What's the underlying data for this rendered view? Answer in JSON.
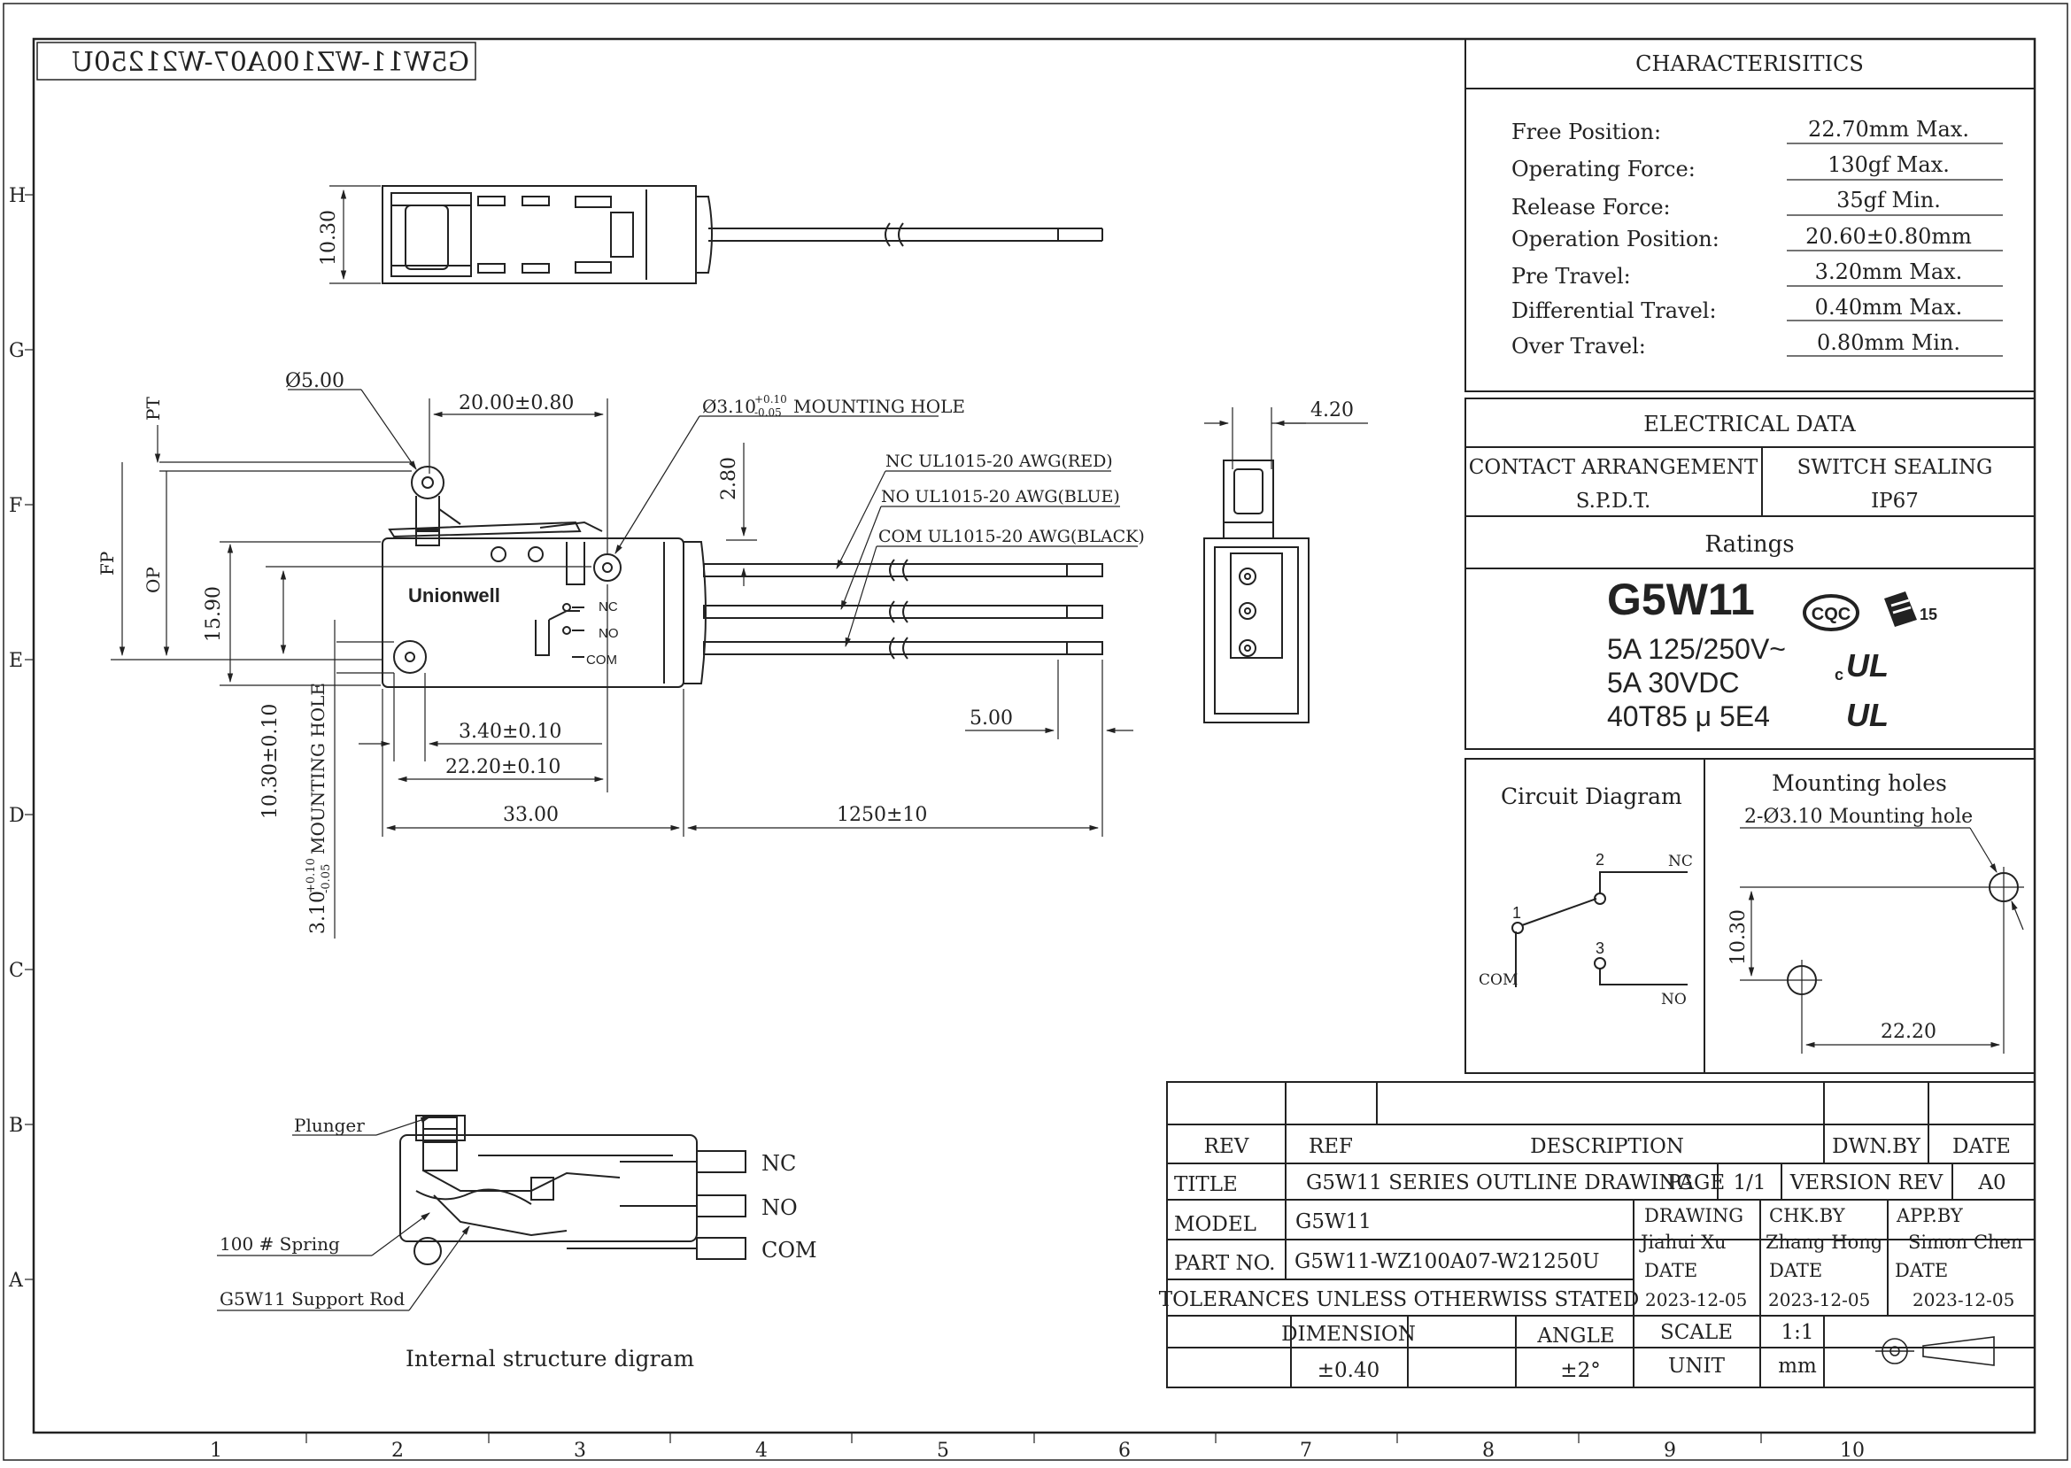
{
  "drawing_number": "G5W11-WZ100A07-W21250U",
  "grid": {
    "rows": [
      "H",
      "G",
      "F",
      "E",
      "D",
      "C",
      "B",
      "A"
    ],
    "cols": [
      "1",
      "2",
      "3",
      "4",
      "5",
      "6",
      "7",
      "8",
      "9",
      "10"
    ]
  },
  "characteristics": {
    "title": "CHARACTERISITICS",
    "rows": [
      {
        "label": "Free Position:",
        "value": "22.70mm Max."
      },
      {
        "label": "Operating Force:",
        "value": "130gf Max."
      },
      {
        "label": "Release Force:",
        "value": "35gf Min."
      },
      {
        "label": "Operation Position:",
        "value": "20.60±0.80mm"
      },
      {
        "label": "Pre Travel:",
        "value": "3.20mm Max."
      },
      {
        "label": "Differential Travel:",
        "value": "0.40mm Max."
      },
      {
        "label": "Over Travel:",
        "value": "0.80mm Min."
      }
    ]
  },
  "electrical": {
    "title": "ELECTRICAL DATA",
    "contact_label": "CONTACT ARRANGEMENT",
    "contact_value": "S.P.D.T.",
    "sealing_label": "SWITCH SEALING",
    "sealing_value": "IP67",
    "ratings_title": "Ratings",
    "model": "G5W11",
    "rating1": "5A 125/250V~",
    "rating2": "5A 30VDC",
    "rating3": "40T85 μ 5E4",
    "cqc": "CQC",
    "ul_mark": "UL",
    "ul_c": "c",
    "enec": "15"
  },
  "circuit": {
    "title": "Circuit Diagram",
    "n1": "1",
    "n2": "2",
    "n3": "3",
    "com": "COM",
    "nc": "NC",
    "no": "NO"
  },
  "mounting": {
    "title": "Mounting holes",
    "note": "2-Ø3.10 Mounting hole",
    "dim_v": "10.30",
    "dim_h": "22.20"
  },
  "title_block": {
    "rev_label": "REV",
    "ref_label": "REF",
    "desc_label": "DESCRIPTION",
    "dwn_label": "DWN.BY",
    "date_label": "DATE",
    "title_label": "TITLE",
    "title_value": "G5W11 SERIES OUTLINE DRAWING",
    "page_label": "PAGE",
    "page_value": "1/1",
    "version_label": "VERSION REV",
    "version_value": "A0",
    "model_label": "MODEL",
    "model_value": "G5W11",
    "drawing_label": "DRAWING",
    "drawing_value": "Jiahui Xu",
    "chk_label": "CHK.BY",
    "chk_value": "Zhang Hong",
    "app_label": "APP.BY",
    "app_value": "Simon Chen",
    "part_label": "PART NO.",
    "part_value": "G5W11-WZ100A07-W21250U",
    "date1": "2023-12-05",
    "date2": "2023-12-05",
    "date3": "2023-12-05",
    "tolerance_note": "TOLERANCES UNLESS OTHERWISS STATED",
    "dimension_label": "DIMENSION",
    "dimension_value": "±0.40",
    "angle_label": "ANGLE",
    "angle_value": "±2°",
    "scale_label": "SCALE",
    "scale_value": "1:1",
    "unit_label": "UNIT",
    "unit_value": "mm"
  },
  "top_view": {
    "dim_width": "10.30"
  },
  "side_view": {
    "brand": "Unionwell",
    "nc": "NC",
    "no": "NO",
    "com": "COM",
    "roller_dia": "Ø5.00",
    "dim_top": "20.00±0.80",
    "mount_hole_main": "Ø3.10",
    "mount_hole_tol_up": "+0.10",
    "mount_hole_tol_dn": "-0.05",
    "mount_hole_suffix": "MOUNTING HOLE",
    "pt": "PT",
    "fp": "FP",
    "op": "OP",
    "dim_1590": "15.90",
    "dim_280": "2.80",
    "dim_1030": "10.30±0.10",
    "dim_310_main": "3.10",
    "dim_310_suffix": "MOUNTING HOLE",
    "dim_340": "3.40±0.10",
    "dim_2220": "22.20±0.10",
    "dim_33": "33.00",
    "dim_1250": "1250±10",
    "dim_500": "5.00",
    "wire_nc": "NC UL1015-20 AWG(RED)",
    "wire_no": "NO UL1015-20 AWG(BLUE)",
    "wire_com": "COM UL1015-20 AWG(BLACK)"
  },
  "end_view": {
    "dim_width": "4.20"
  },
  "internal": {
    "plunger": "Plunger",
    "spring": "100 # Spring",
    "rod": "G5W11 Support Rod",
    "nc": "NC",
    "no": "NO",
    "com": "COM",
    "caption": "Internal structure digram"
  }
}
